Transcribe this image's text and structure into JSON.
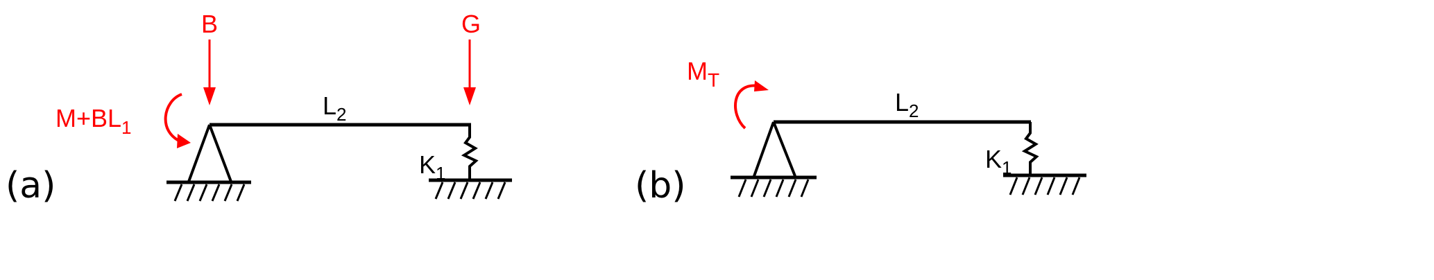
{
  "colors": {
    "load": "#ff0000",
    "structure": "#000000"
  },
  "panel_a": {
    "tag": "(a)",
    "load_left": "B",
    "load_right": "G",
    "moment": "M+BL",
    "moment_sub": "1",
    "span": "L",
    "span_sub": "2",
    "spring": "K",
    "spring_sub": "1"
  },
  "panel_b": {
    "tag": "(b)",
    "moment": "M",
    "moment_sub": "T",
    "span": "L",
    "span_sub": "2",
    "spring": "K",
    "spring_sub": "1"
  }
}
